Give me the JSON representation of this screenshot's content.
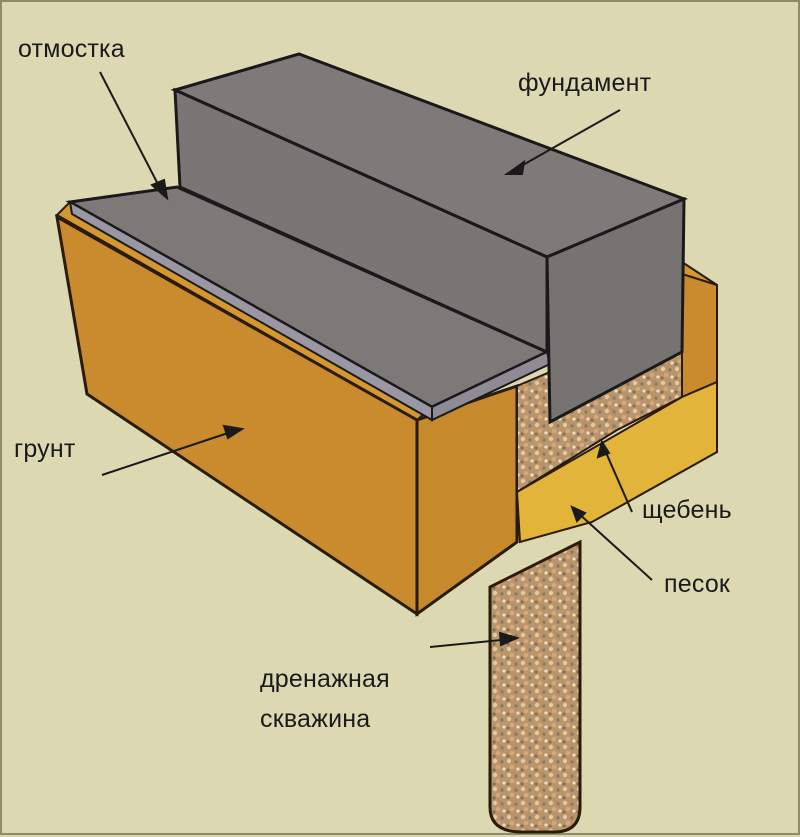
{
  "diagram": {
    "title": "Foundation drainage cross-section",
    "colors": {
      "background": "#dcd8b2",
      "concrete_top": "#7f7b7b",
      "concrete_side": "#7a7676",
      "blind_area": "#7d7979",
      "blind_area_edge": "#9a97a0",
      "soil_front": "#c98b2e",
      "soil_side": "#c38429",
      "soil_top": "#d4982f",
      "sand": "#e2b43a",
      "gravel_base": "#b89468",
      "outline": "#2a1a0a"
    },
    "labels": [
      {
        "id": "blind-area",
        "text": "отмостка"
      },
      {
        "id": "foundation",
        "text": "фундамент"
      },
      {
        "id": "soil",
        "text": "грунт"
      },
      {
        "id": "crushed-stone",
        "text": "щебень"
      },
      {
        "id": "sand",
        "text": "песок"
      },
      {
        "id": "drain-well-line1",
        "text": "дренажная"
      },
      {
        "id": "drain-well-line2",
        "text": "скважина"
      }
    ]
  }
}
